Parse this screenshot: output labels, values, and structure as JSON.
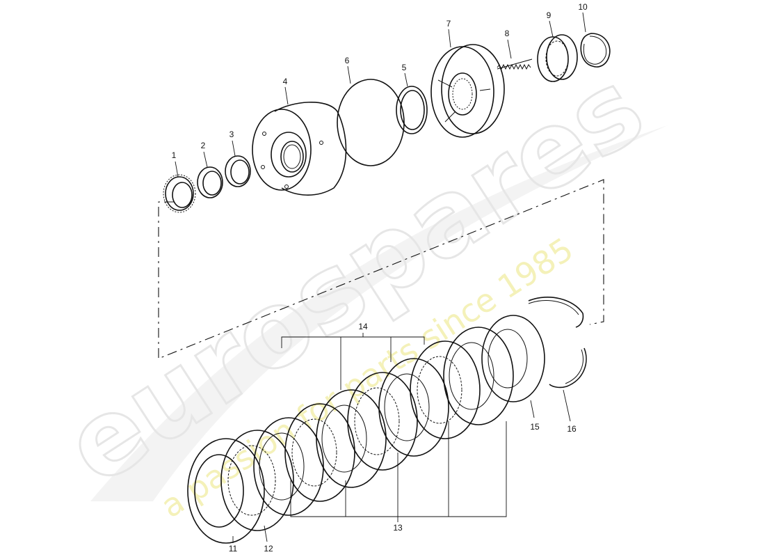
{
  "watermark": {
    "brand": "eurospares",
    "tagline": "a passion for parts since 1985",
    "brand_color": "#e6e6e6",
    "tagline_color": "#f4f1b9"
  },
  "callouts": {
    "c1": "1",
    "c2": "2",
    "c3": "3",
    "c4": "4",
    "c5": "5",
    "c6": "6",
    "c7": "7",
    "c8": "8",
    "c9": "9",
    "c10": "10",
    "c11": "11",
    "c12": "12",
    "c13": "13",
    "c14": "14",
    "c15": "15",
    "c16": "16"
  }
}
